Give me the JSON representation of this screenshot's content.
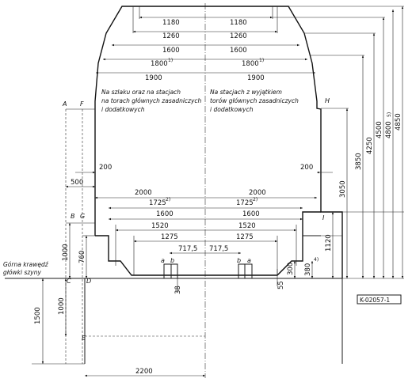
{
  "labels": {
    "A": "A",
    "F": "F",
    "H": "H",
    "B": "B",
    "G": "G",
    "I": "I",
    "C": "C",
    "D": "D",
    "E": "E",
    "a": "a",
    "b": "b"
  },
  "notes": {
    "left_line1": "Na szlaku oraz na stacjach",
    "left_line2": "na torach głównych zasadniczych",
    "left_line3": "i dodatkowych",
    "right_line1": "Na stacjach z wyjątkiem",
    "right_line2": "torów głównych zasadniczych",
    "right_line3": "i dodatkowych",
    "rail_line1": "Górna krawędź",
    "rail_line2": "główki szyny"
  },
  "reference_code": "K-02057-1",
  "top_dims": {
    "d1180": "1180",
    "d1260": "1260",
    "d1600": "1600",
    "d1800": "1800",
    "d1900": "1900",
    "sup1": "1)"
  },
  "mid_dims": {
    "d2000": "2000",
    "d1725": "1725",
    "d1600": "1600",
    "d1520": "1520",
    "d1275": "1275",
    "d7175": "717,5",
    "sup2": "2)"
  },
  "side_dims": {
    "d200": "200",
    "d500": "500",
    "d1000_left": "1000",
    "d760": "760",
    "d1000_lower": "1000",
    "d1500": "1500",
    "d2200": "2200",
    "d38": "38",
    "d55": "55",
    "d300": "300",
    "d380": "380",
    "d1120": "1120",
    "d3050": "3050",
    "d3850": "3850",
    "d4250": "4250",
    "d4500": "4500",
    "d4800": "4800",
    "d4850": "4850",
    "sup3": "3)",
    "sup4": "4)",
    "sup5": "5)"
  }
}
